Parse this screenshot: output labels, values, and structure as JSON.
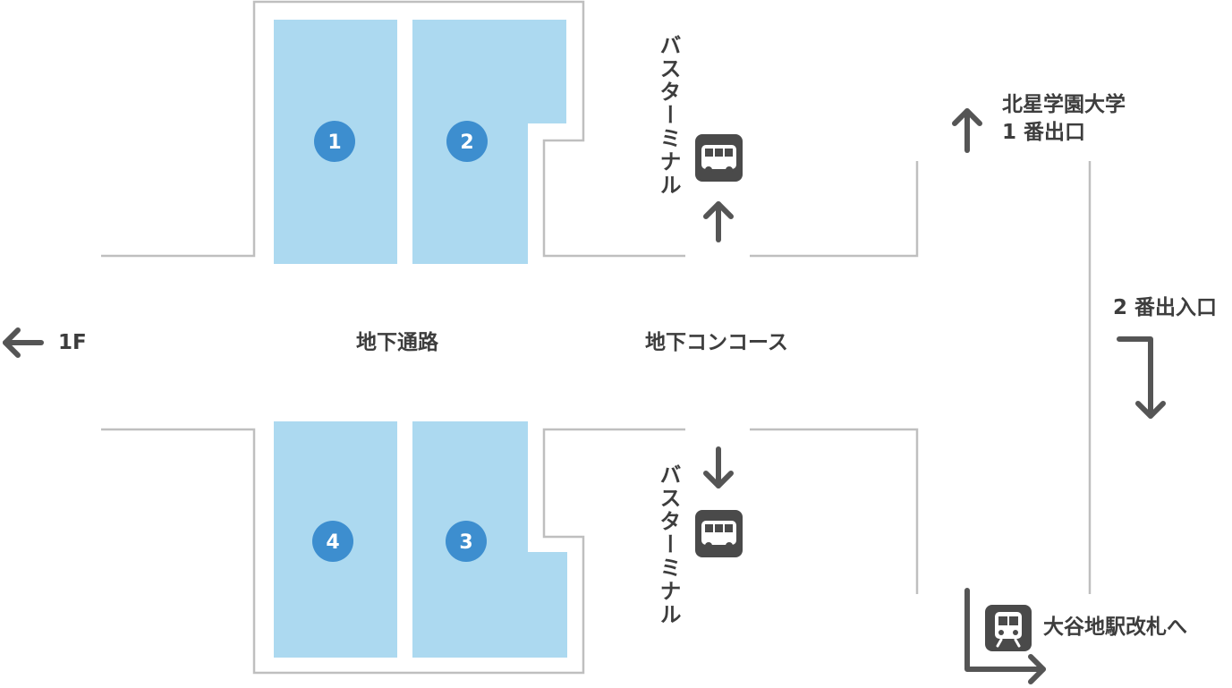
{
  "labels": {
    "exit_1f": "1F",
    "underground_passage": "地下通路",
    "underground_concourse": "地下コンコース",
    "bus_terminal_top": "バスターミナル",
    "bus_terminal_bottom": "バスターミナル",
    "hokusei_exit": "北星学園大学\n1 番出口",
    "exit_2": "2 番出入口",
    "oyachi_gate": "大谷地駅改札へ"
  },
  "blocks": [
    {
      "number": "1"
    },
    {
      "number": "2"
    },
    {
      "number": "3"
    },
    {
      "number": "4"
    }
  ],
  "icons": {
    "bus": "bus-icon",
    "train": "train-icon",
    "arrow": "arrow-icon"
  },
  "colors": {
    "block_fill": "#acd9f0",
    "badge_fill": "#3d8ecf",
    "wall": "#bfbfbf",
    "arrow": "#555555",
    "icon_bg": "#4a4a4a"
  }
}
